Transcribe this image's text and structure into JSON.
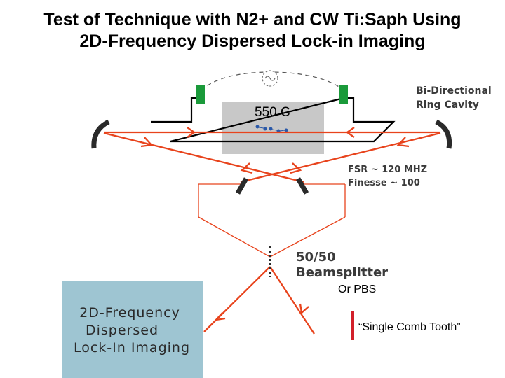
{
  "title": {
    "line1": "Test of Technique with N2+ and CW Ti:Saph Using",
    "line2": "2D-Frequency Dispersed Lock-in Imaging"
  },
  "labels": {
    "oven_temp": "550 C",
    "cavity_line1": "Bi-Directional",
    "cavity_line2": "Ring Cavity",
    "fsr": "FSR ~ 120 MHZ",
    "finesse": "Finesse ~ 100",
    "bs_ratio": "50/50",
    "bs_name": "Beamsplitter",
    "bs_alt": "Or PBS",
    "comb_tooth": "“Single Comb Tooth”",
    "imaging_line1": "2D-Frequency",
    "imaging_line2": "Dispersed",
    "imaging_line3": "Lock-In Imaging"
  },
  "colors": {
    "beam": "#e8431c",
    "mirror": "#2a2a2a",
    "window": "#1a9a3a",
    "oven": "#c8c8c8",
    "imaging_box": "#9ec5d2",
    "comb_tooth_bar": "#d2202a"
  }
}
